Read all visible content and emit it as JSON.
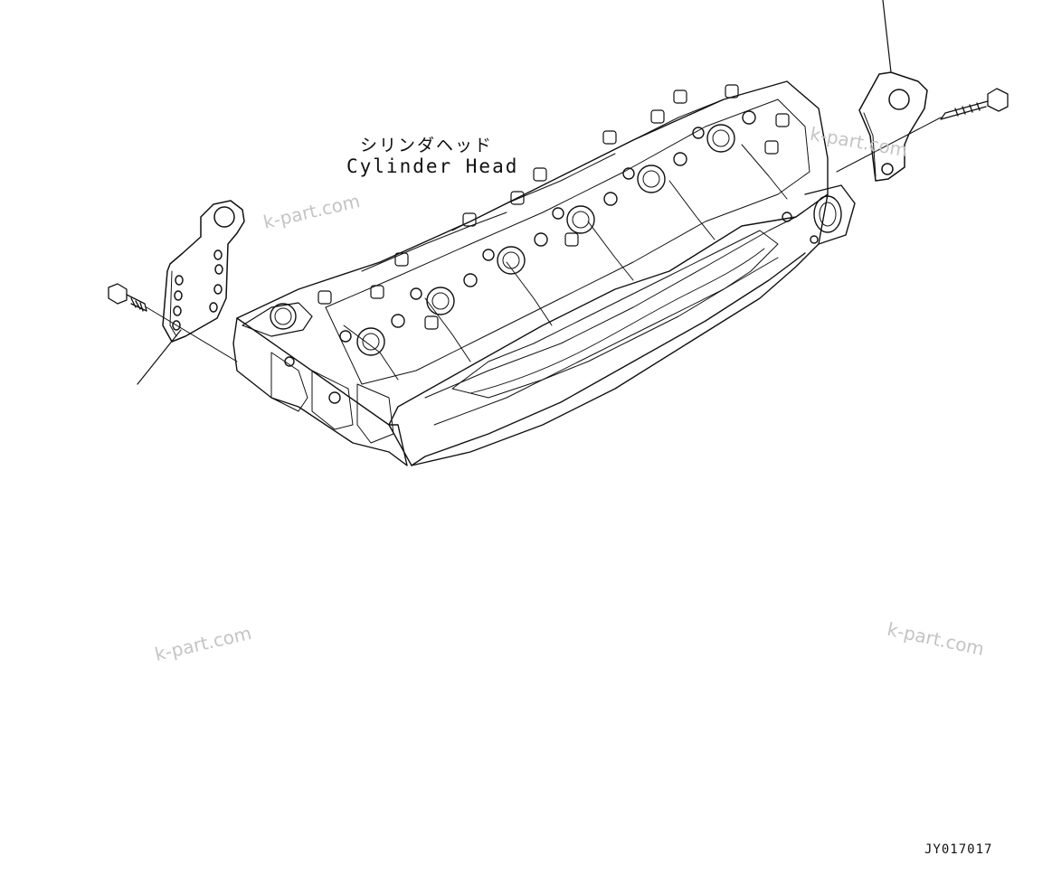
{
  "labels": {
    "part_name_jp": "シリンダヘッド",
    "part_name_en": "Cylinder Head"
  },
  "watermarks": [
    "k-part.com",
    "k-part.com",
    "k-part.com",
    "k-part.com"
  ],
  "figure_number": "JY017017"
}
